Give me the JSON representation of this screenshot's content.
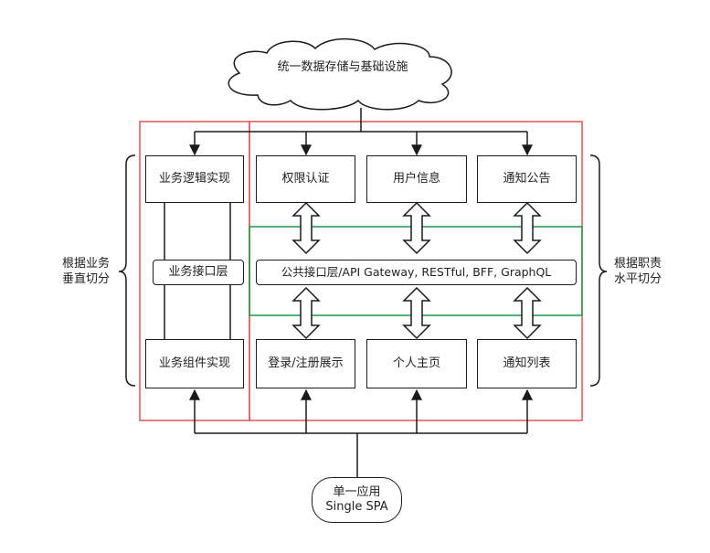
{
  "cloud": {
    "label": "统一数据存储与基础设施"
  },
  "vertical": {
    "side_label_line1": "根据业务",
    "side_label_line2": "垂直切分",
    "top_box": "业务逻辑实现",
    "middle_box": "业务接口层",
    "bottom_box": "业务组件实现"
  },
  "horizontal": {
    "side_label_line1": "根据职责",
    "side_label_line2": "水平切分",
    "top_boxes": [
      "权限认证",
      "用户信息",
      "通知公告"
    ],
    "interface_bar": "公共接口层/API Gateway, RESTful, BFF, GraphQL",
    "bottom_boxes": [
      "登录/注册展示",
      "个人主页",
      "通知列表"
    ]
  },
  "app": {
    "line1": "单一应用",
    "line2": "Single SPA"
  },
  "colors": {
    "red_frame": "#e05555",
    "green_frame": "#1a9a4a",
    "stroke": "#1a1a1a"
  }
}
